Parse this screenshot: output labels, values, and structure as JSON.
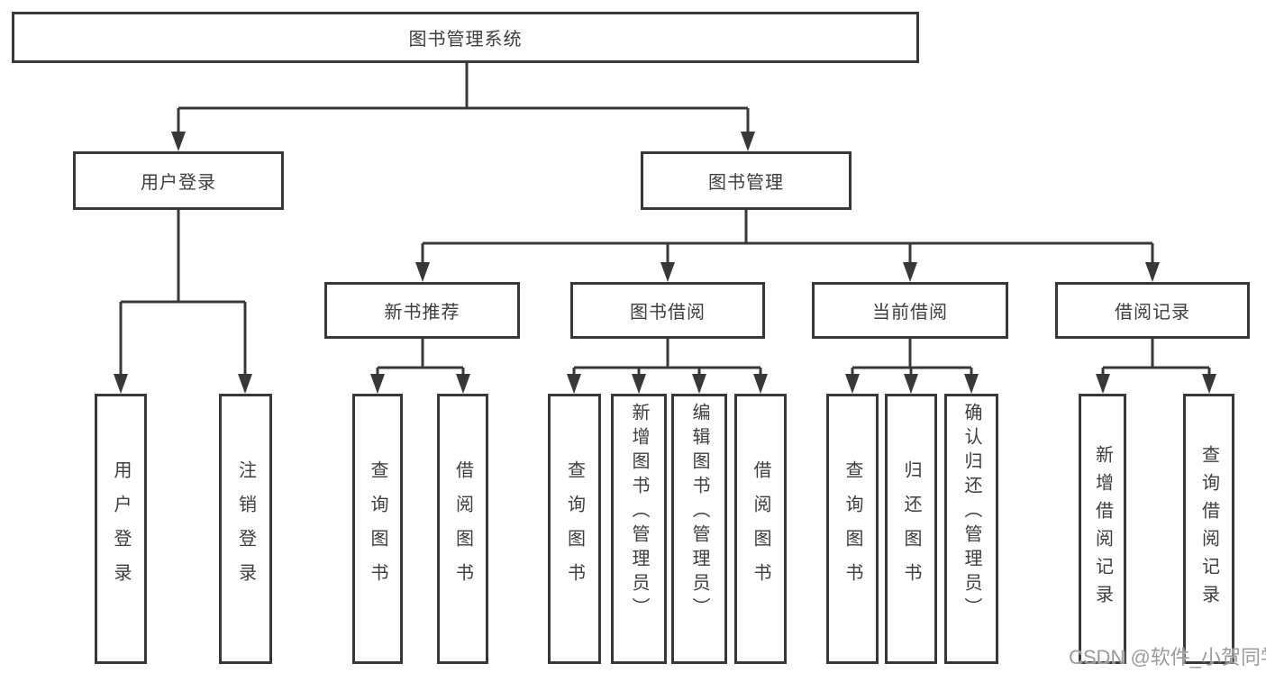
{
  "nodes": {
    "root": "图书管理系统",
    "user_login": "用户登录",
    "book_mgmt": "图书管理",
    "new_book_rec": "新书推荐",
    "book_borrow": "图书借阅",
    "current_borrow": "当前借阅",
    "borrow_record": "借阅记录"
  },
  "leaves": {
    "user_login": [
      "用户登录",
      "注销登录"
    ],
    "new_book_rec": [
      "查询图书",
      "借阅图书"
    ],
    "book_borrow": [
      "查询图书",
      "新增图书（管理员）",
      "编辑图书（管理员）",
      "借阅图书"
    ],
    "current_borrow": [
      "查询图书",
      "归还图书",
      "确认归还（管理员）"
    ],
    "borrow_record": [
      "新增借阅记录",
      "查询借阅记录"
    ]
  },
  "watermark": "CSDN @软件_小贺同学",
  "colors": {
    "line": "#383838",
    "text": "#3d3d3d",
    "background": "#ffffff",
    "watermark": "#9b9b9b"
  }
}
